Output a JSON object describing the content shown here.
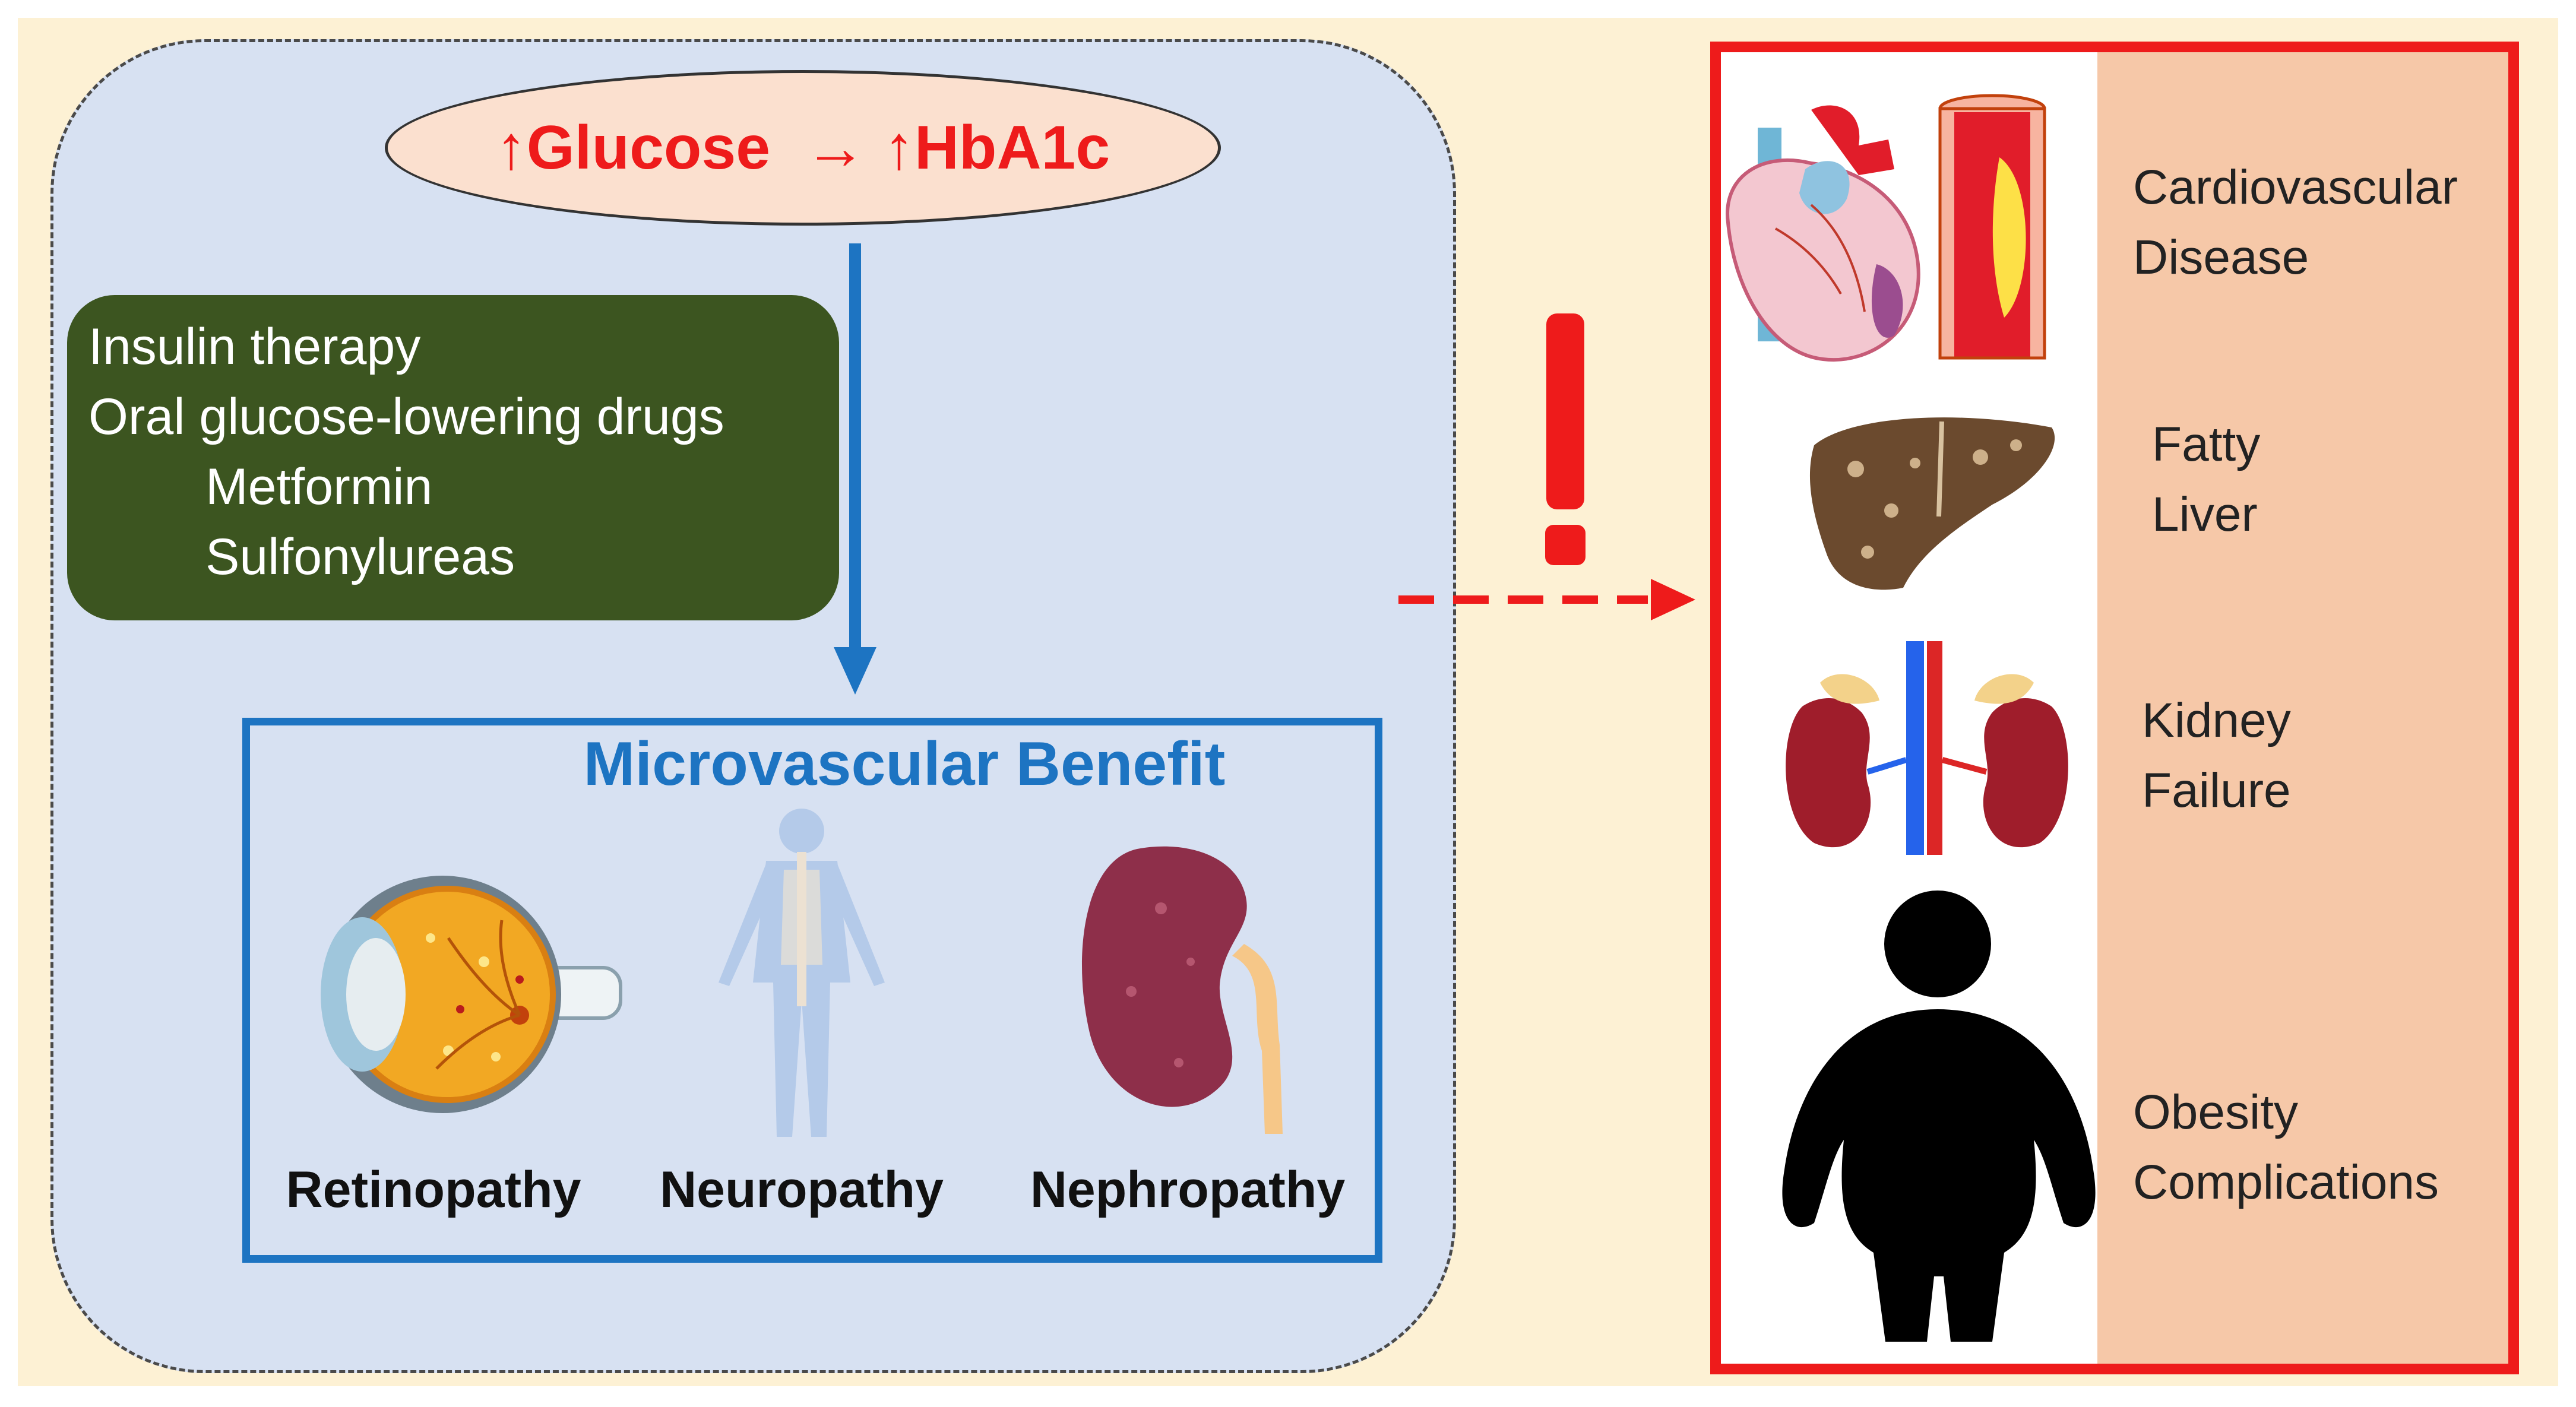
{
  "glucose": {
    "label": "↑Glucose  → ↑HbA1c"
  },
  "treatments": {
    "items": [
      "Insulin therapy",
      "Oral glucose-lowering drugs"
    ],
    "sub_items": [
      "Metformin",
      "Sulfonylureas"
    ]
  },
  "benefit": {
    "title": "Microvascular Benefit",
    "organs": [
      "Retinopathy",
      "Neuropathy",
      "Nephropathy"
    ]
  },
  "risks": [
    {
      "line1": "Cardiovascular",
      "line2": "Disease"
    },
    {
      "line1": "Fatty",
      "line2": "Liver"
    },
    {
      "line1": "Kidney",
      "line2": "Failure"
    },
    {
      "line1": "Obesity",
      "line2": "Complications"
    }
  ],
  "colors": {
    "background": "#fdf1d4",
    "panel": "#d7e1f2",
    "accent_red": "#ee1b1b",
    "accent_blue": "#1d74c2",
    "therapy_box": "#3c5520",
    "risk_column": "#f6c8a8"
  },
  "icons": [
    "heart-icon",
    "artery-plaque-icon",
    "fatty-liver-icon",
    "kidneys-icon",
    "obese-person-icon",
    "eye-icon",
    "nervous-system-icon",
    "kidney-icon",
    "exclamation-icon"
  ]
}
